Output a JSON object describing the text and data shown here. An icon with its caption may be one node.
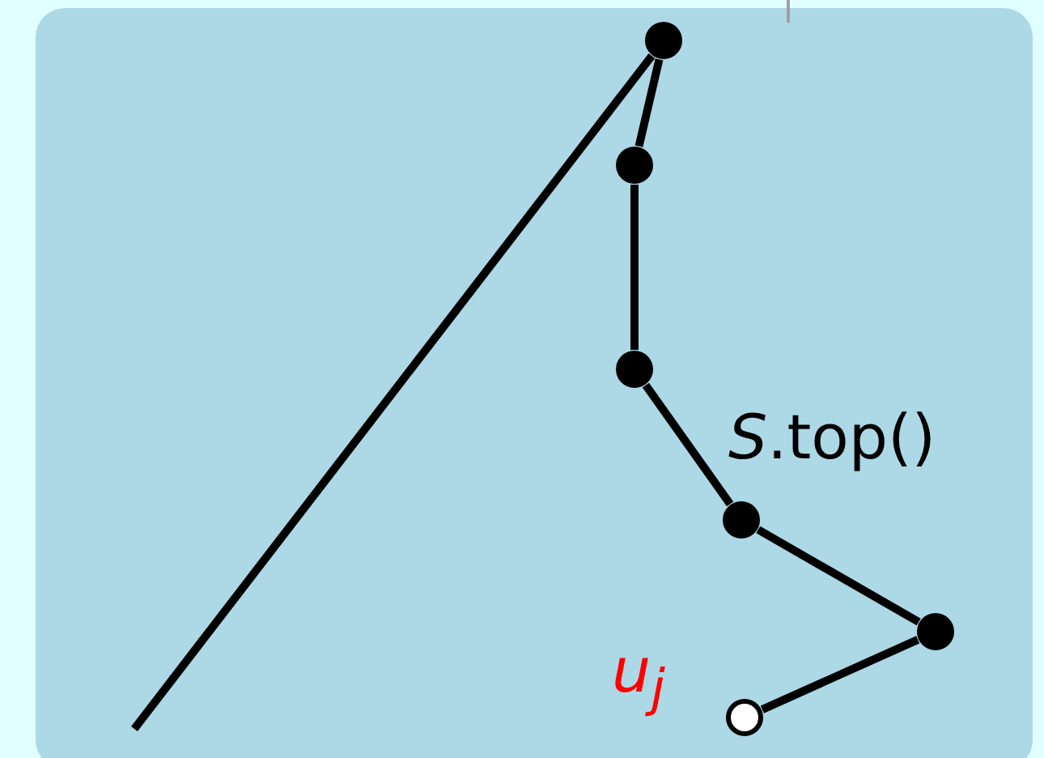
{
  "diagram": {
    "nodes": [
      {
        "text": [],
        "shape": "circle"
      },
      {
        "text": [],
        "shape": "circle"
      },
      {
        "text": [],
        "shape": "circle"
      },
      {
        "text": [],
        "shape": "circle",
        "beside": [
          "*S*.top()"
        ]
      },
      {
        "text": [],
        "shape": "circle"
      },
      {
        "text": [],
        "shape": "circle",
        "beside": [
          "u$_{j}$"
        ]
      }
    ],
    "edges": [
      {
        "from": 0,
        "to": 1,
        "arrow": "none"
      },
      {
        "from": 1,
        "to": 2,
        "arrow": "none"
      },
      {
        "from": 2,
        "to": 3,
        "arrow": "none"
      },
      {
        "from": 3,
        "to": 4,
        "arrow": "none"
      },
      {
        "from": 4,
        "to": 5,
        "arrow": "none"
      },
      {
        "from": 0,
        "to": null,
        "arrow": "none"
      }
    ]
  }
}
